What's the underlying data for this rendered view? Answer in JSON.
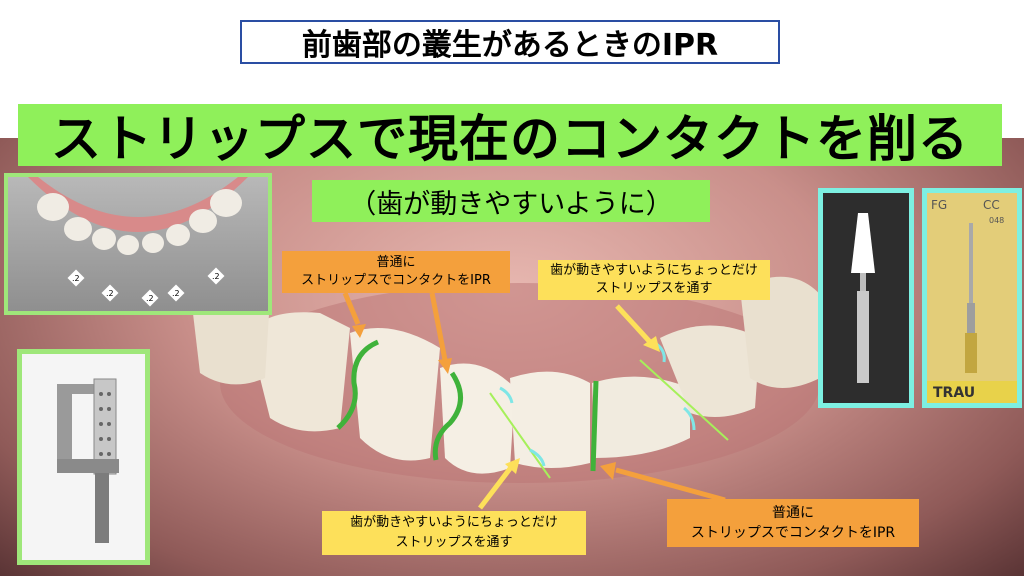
{
  "title": "前歯部の叢生があるときのIPR",
  "banner": "ストリップスで現在のコンタクトを削る",
  "sub_banner": "（歯が動きやすいように）",
  "notes": {
    "orange_top": [
      "普通に",
      "ストリップスでコンタクトをIPR"
    ],
    "yellow_top": [
      "歯が動きやすいようにちょっとだけ",
      "ストリップスを通す"
    ],
    "yellow_bottom": [
      "歯が動きやすいようにちょっとだけ",
      "ストリップスを通す"
    ],
    "orange_bottom": [
      "普通に",
      "ストリップスでコンタクトをIPR"
    ]
  },
  "model_labels": [
    ".2",
    ".2",
    ".2",
    ".2",
    ".2"
  ],
  "bur_labels": [
    "FG",
    "CC",
    "048",
    "TRAU"
  ],
  "colors": {
    "banner": "#8ff05a",
    "orange_note": "#f4a03c",
    "yellow_note": "#fde05a",
    "frame_green": "#9fe77a",
    "frame_cyan": "#7df0e2",
    "title_border": "#2a4ea3"
  }
}
